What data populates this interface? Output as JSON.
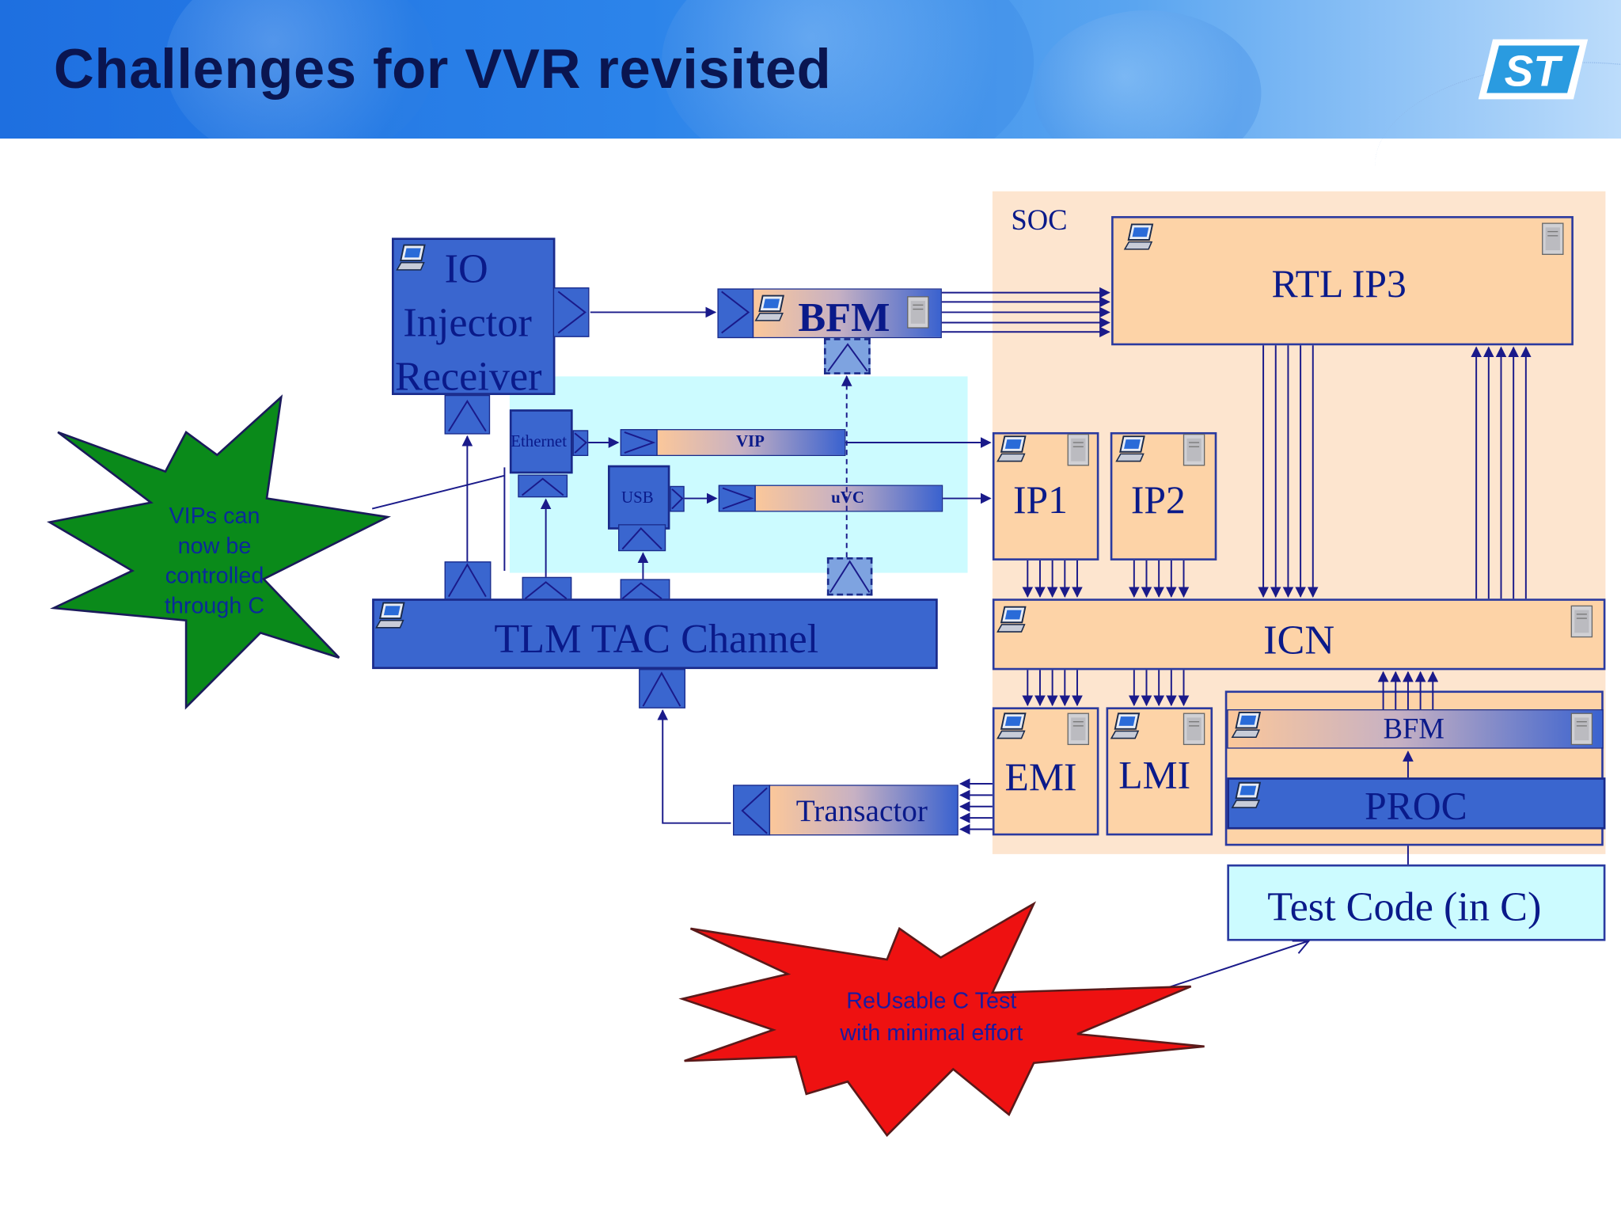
{
  "slide": {
    "title": "Challenges for VVR revisited"
  },
  "logo": {
    "icon": "st-logo"
  },
  "diagram": {
    "soc_label": "SOC",
    "io_box": {
      "line1": "IO",
      "line2": "Injector",
      "line3": "Receiver"
    },
    "bfm_top": "BFM",
    "ethernet": "Ethernet",
    "vip": "VIP",
    "usb": "USB",
    "uvc": "uVC",
    "tlm_channel": "TLM TAC Channel",
    "transactor": "Transactor",
    "rtl_ip3": "RTL IP3",
    "ip1": "IP1",
    "ip2": "IP2",
    "icn": "ICN",
    "emi": "EMI",
    "lmi": "LMI",
    "bfm_proc": "BFM",
    "proc": "PROC",
    "test_code": "Test Code (in C)"
  },
  "callouts": {
    "green": {
      "line1": "VIPs can",
      "line2": "now be",
      "line3": "controlled",
      "line4": "through C",
      "color": "#0a8a1a"
    },
    "red": {
      "line1": "ReUsable C Test",
      "line2": "with minimal effort",
      "color": "#ee1111"
    }
  },
  "colors": {
    "header_dark": "#0a1550",
    "block_blue": "#3a66cf",
    "block_peach": "#fdd3a7",
    "soc_background": "#fde5cf",
    "vip_area": "#ccfbff",
    "line": "#1a1a8a"
  }
}
